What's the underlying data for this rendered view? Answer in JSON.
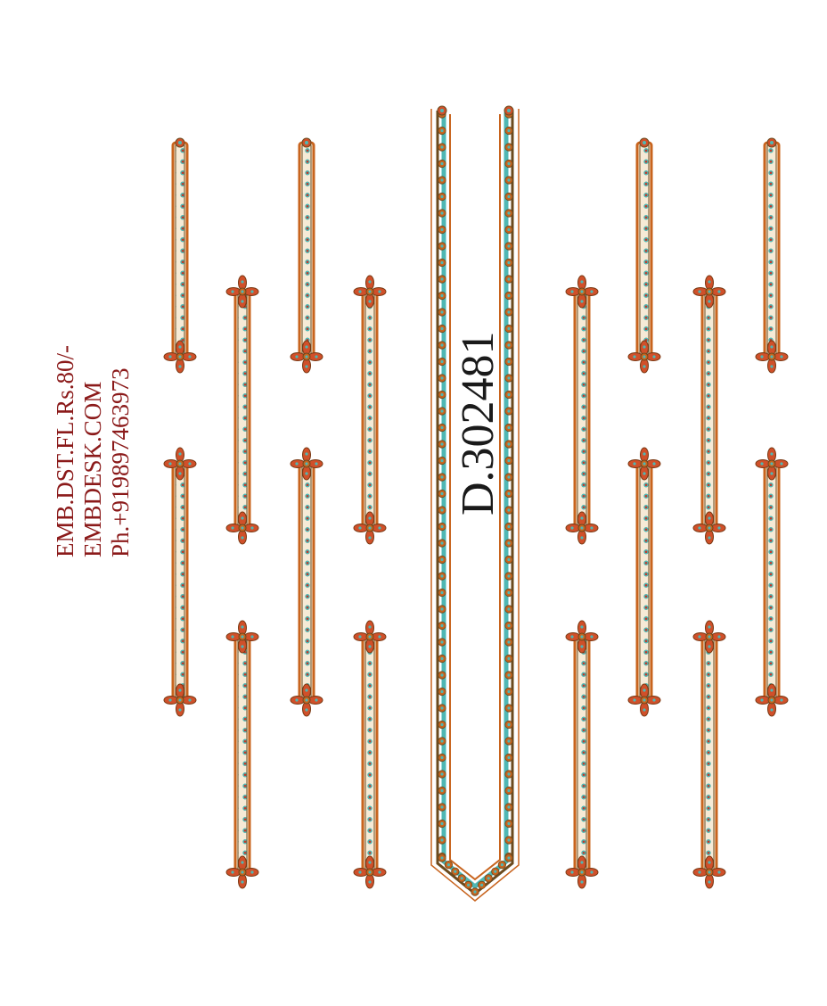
{
  "info": {
    "line1": "EMB.DST.FL.Rs.80/-",
    "line2": "EMBDESK.COM",
    "line3": "Ph.+919897463973"
  },
  "design_code": "D.302481",
  "colors": {
    "outline_dark": "#6b4a1e",
    "outline_orange": "#c8641e",
    "bead_teal": "#4fb7b4",
    "bead_red": "#c0392b",
    "flower_red": "#d0502a",
    "info_text": "#8b1a1a",
    "code_text": "#1a1a1a"
  }
}
